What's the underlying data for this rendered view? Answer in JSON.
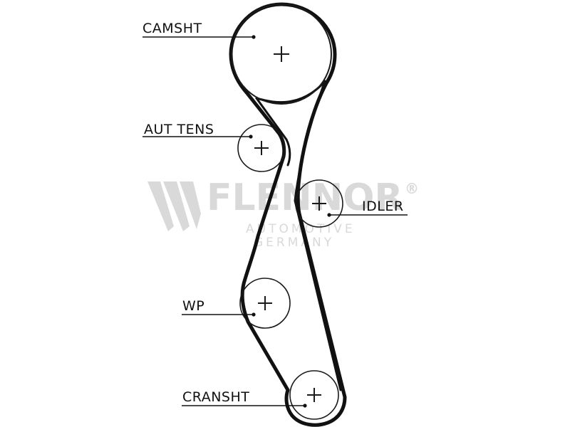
{
  "diagram": {
    "labels": {
      "camshaft": "CAMSHT",
      "tensioner": "AUT TENS",
      "idler": "IDLER",
      "water_pump": "WP",
      "crankshaft": "CRANSHT"
    }
  },
  "watermark": {
    "brand": "FLENNOR",
    "line1": "AUTOMOTIVE",
    "line2": "GERMANY",
    "registered": "®",
    "color": "#d9d9d9"
  },
  "colors": {
    "belt": "#111111",
    "pulley": "#1a1a1a",
    "label": "#111111"
  }
}
